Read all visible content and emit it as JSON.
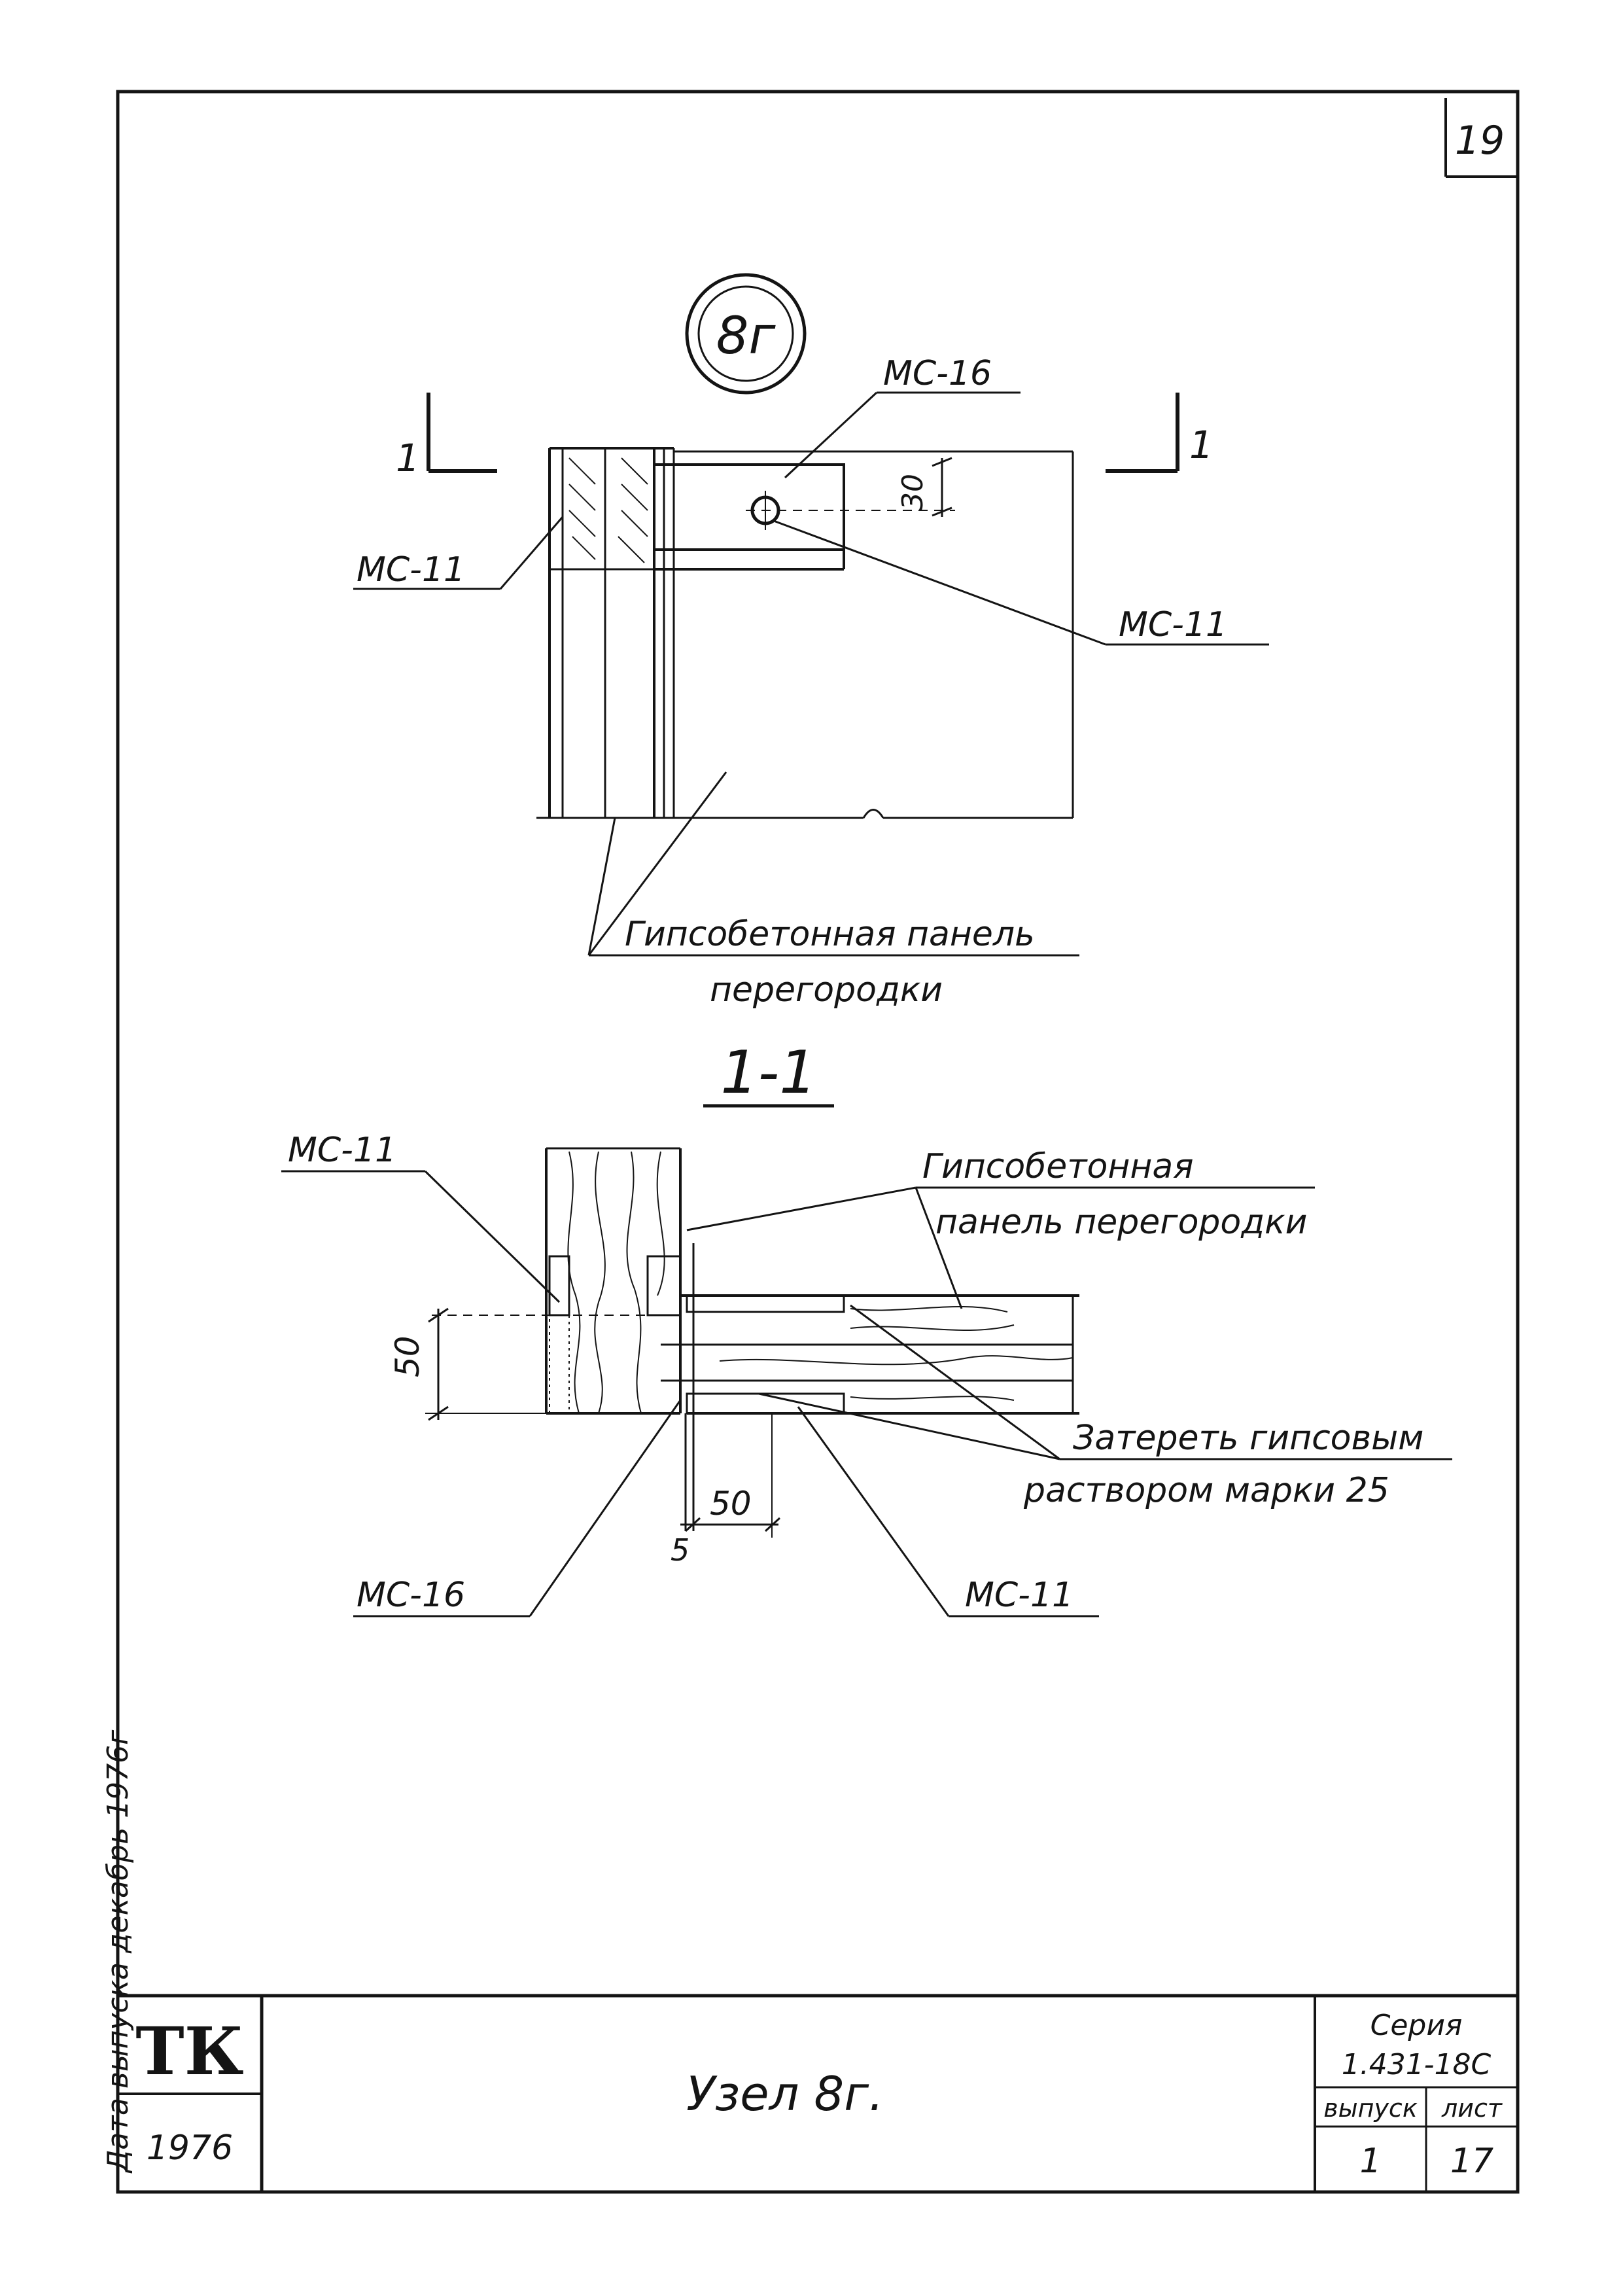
{
  "sheet_number": "19",
  "node_mark": "8г",
  "plan_view": {
    "section_mark_left": "1",
    "section_mark_right": "1",
    "label_mc16": "МС-16",
    "label_mc11_left": "МС-11",
    "label_mc11_right": "МС-11",
    "dim_30": "30",
    "panel_label_line1": "Гипсобетонная панель",
    "panel_label_line2": "перегородки"
  },
  "section_view": {
    "title": "1-1",
    "label_mc11_top": "МС-11",
    "panel_label_line1": "Гипсобетонная",
    "panel_label_line2": "панель перегородки",
    "dim_50_vertical": "50",
    "dim_50_horizontal": "50",
    "dim_5": "5",
    "label_mc16": "МС-16",
    "label_mc11_bottom": "МС-11",
    "note_line1": "Затереть гипсовым",
    "note_line2": "раствором марки 25"
  },
  "side_stamp": "Дата выпуска  декабрь  1976г",
  "title_block": {
    "org": "ТК",
    "year": "1976",
    "title": "Узел 8г.",
    "series_label": "Серия",
    "series_value": "1.431-18С",
    "issue_label": "выпуск",
    "sheet_label": "лист",
    "issue_value": "1",
    "sheet_value": "17"
  }
}
